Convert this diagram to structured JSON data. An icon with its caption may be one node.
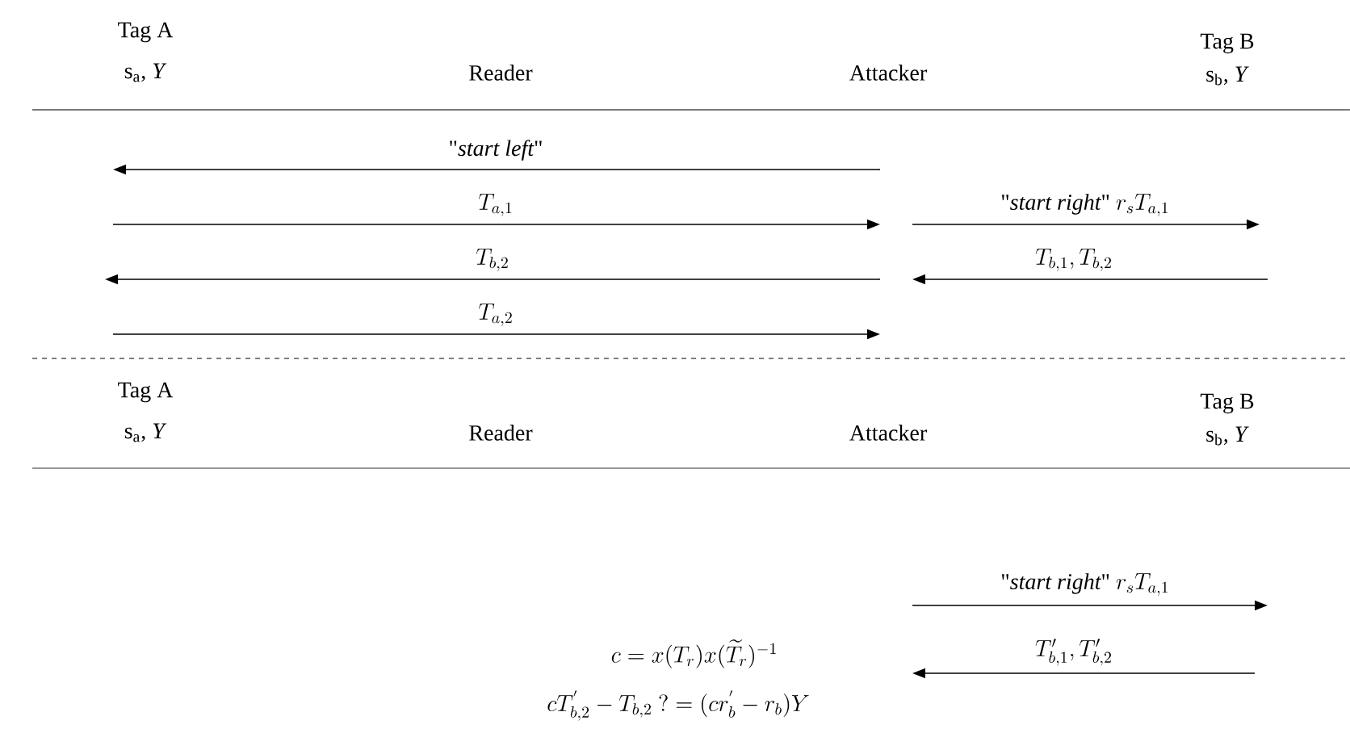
{
  "diagram": {
    "labels": [
      "Tag A",
      "s$_{a}$, *Y*",
      "Reader",
      "Attacker",
      "Tag B",
      "s$_{b}$, *Y*",
      "\\text{\\char34}\\textit{start left}\\text{\\char34}",
      "T_{a,1}",
      "\\text{\\char34}\\textit{start right}\\text{\\char34}\\ r_sT_{a,1}",
      "T_{b,2}",
      "T_{b,1}, T_{b,2}",
      "T_{a,2}",
      "Tag A",
      "s$_{a}$, *Y*",
      "Reader",
      "Attacker",
      "Tag B",
      "s$_{b}$, *Y*",
      "\\text{\\char34}\\textit{start right}\\text{\\char34}\\ r_sT_{a,1}",
      "c = x(T_r)x(\\widetilde{T}_r)^{-1}",
      "T'_{b,1}, T'_{b,2}",
      "cT^{'}_{b,2} - T_{b,2}\\ ?= (cr^{'}_b - r_b)Y"
    ]
  }
}
